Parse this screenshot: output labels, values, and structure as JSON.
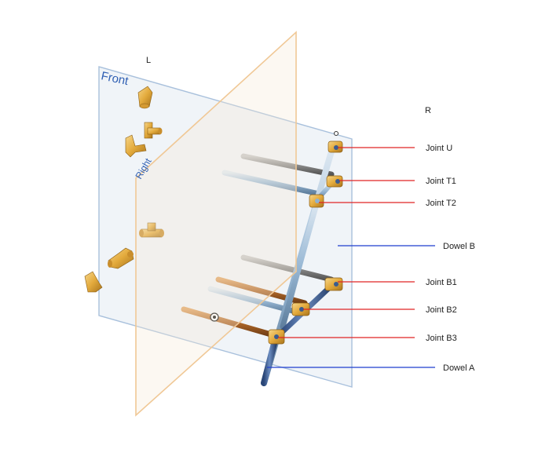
{
  "planes": {
    "front_label": "Front",
    "right_label": "Right",
    "front_color": "#2f5fb3",
    "right_color": "#2f5fb3"
  },
  "side_labels": {
    "left": "L",
    "right": "R"
  },
  "callouts": {
    "joint_u": "Joint U",
    "joint_t1": "Joint T1",
    "joint_t2": "Joint T2",
    "dowel_b": "Dowel B",
    "joint_b1": "Joint B1",
    "joint_b2": "Joint B2",
    "joint_b3": "Joint B3",
    "dowel_a": "Dowel A"
  },
  "colors": {
    "joint_leader": "#e02424",
    "dowel_leader": "#1f3fcf",
    "joint_fill": "#e8b84a",
    "dowel_blue": "#3b5c8f",
    "dowel_light_blue": "#8fb1cf",
    "dowel_brown": "#b0682a",
    "dowel_gray": "#8a8a8a"
  },
  "parts": [
    {
      "name": "elbow-joint-part"
    },
    {
      "name": "tee-joint-part"
    },
    {
      "name": "cross-joint-part"
    },
    {
      "name": "four-way-joint-part"
    },
    {
      "name": "five-way-joint-part"
    },
    {
      "name": "angled-joint-part"
    }
  ]
}
